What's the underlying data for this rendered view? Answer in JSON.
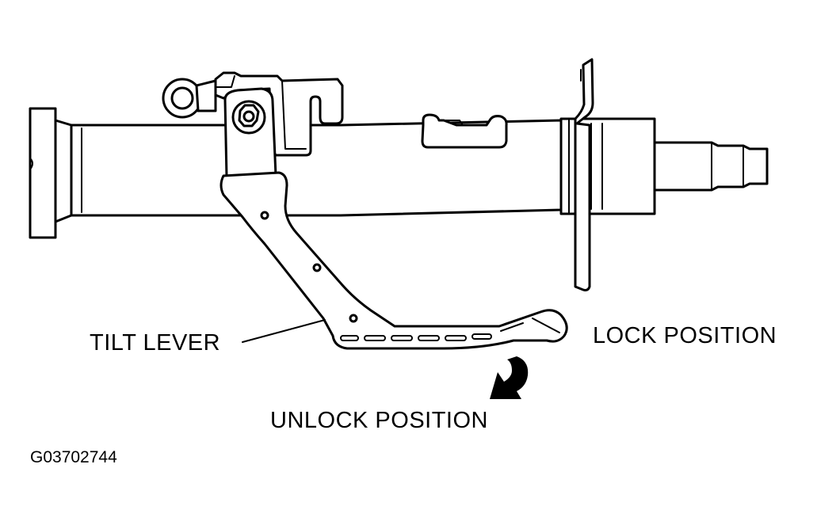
{
  "diagram": {
    "labels": {
      "tilt_lever": "TILT LEVER",
      "lock_position": "LOCK POSITION",
      "unlock_position": "UNLOCK POSITION"
    },
    "figure_code": "G03702744"
  },
  "colors": {
    "line": "#000000",
    "background": "#ffffff"
  },
  "icons": {
    "unlock_direction": "curved-arrow-down-icon"
  }
}
